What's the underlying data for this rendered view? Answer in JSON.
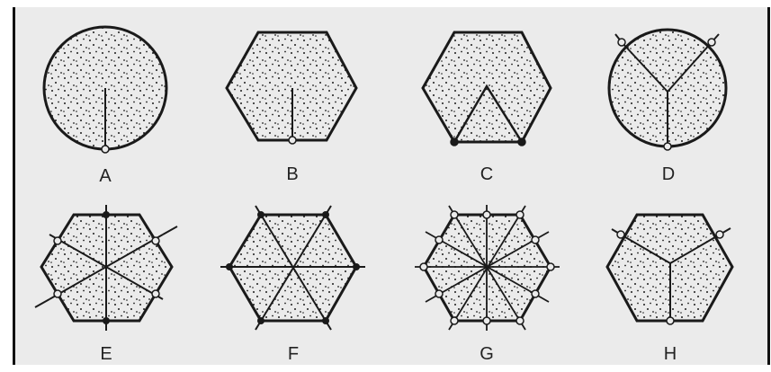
{
  "figure": {
    "labels": {
      "A": "A",
      "B": "B",
      "C": "C",
      "D": "D",
      "E": "E",
      "F": "F",
      "G": "G",
      "H": "H"
    }
  },
  "colors": {
    "page": "#ebebeb",
    "ink": "#1a1a1a"
  }
}
